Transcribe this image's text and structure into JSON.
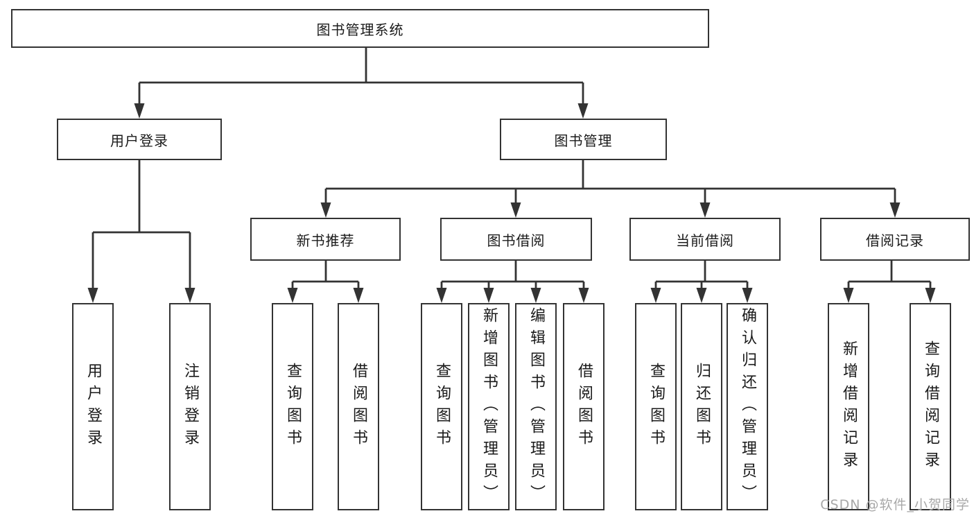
{
  "nodes": {
    "root": "图书管理系统",
    "user_login": "用户登录",
    "book_mgmt": "图书管理",
    "new_book_rec": "新书推荐",
    "book_borrow": "图书借阅",
    "current_borrow": "当前借阅",
    "borrow_records": "借阅记录",
    "user_login_leaf": "用户登录",
    "logout_leaf": "注销登录",
    "query_book_1": "查询图书",
    "borrow_book_1": "借阅图书",
    "query_book_2": "查询图书",
    "add_book_admin": "新增图书（管理员）",
    "edit_book_admin": "编辑图书（管理员）",
    "borrow_book_2": "借阅图书",
    "query_book_3": "查询图书",
    "return_book": "归还图书",
    "confirm_return_admin": "确认归还（管理员）",
    "add_borrow_record": "新增借阅记录",
    "query_borrow_record": "查询借阅记录"
  },
  "watermark": "CSDN @软件_小贺同学",
  "colors": {
    "line": "#333333",
    "text": "#1a1a1a",
    "watermark": "#a8a8a8",
    "background": "#ffffff"
  }
}
